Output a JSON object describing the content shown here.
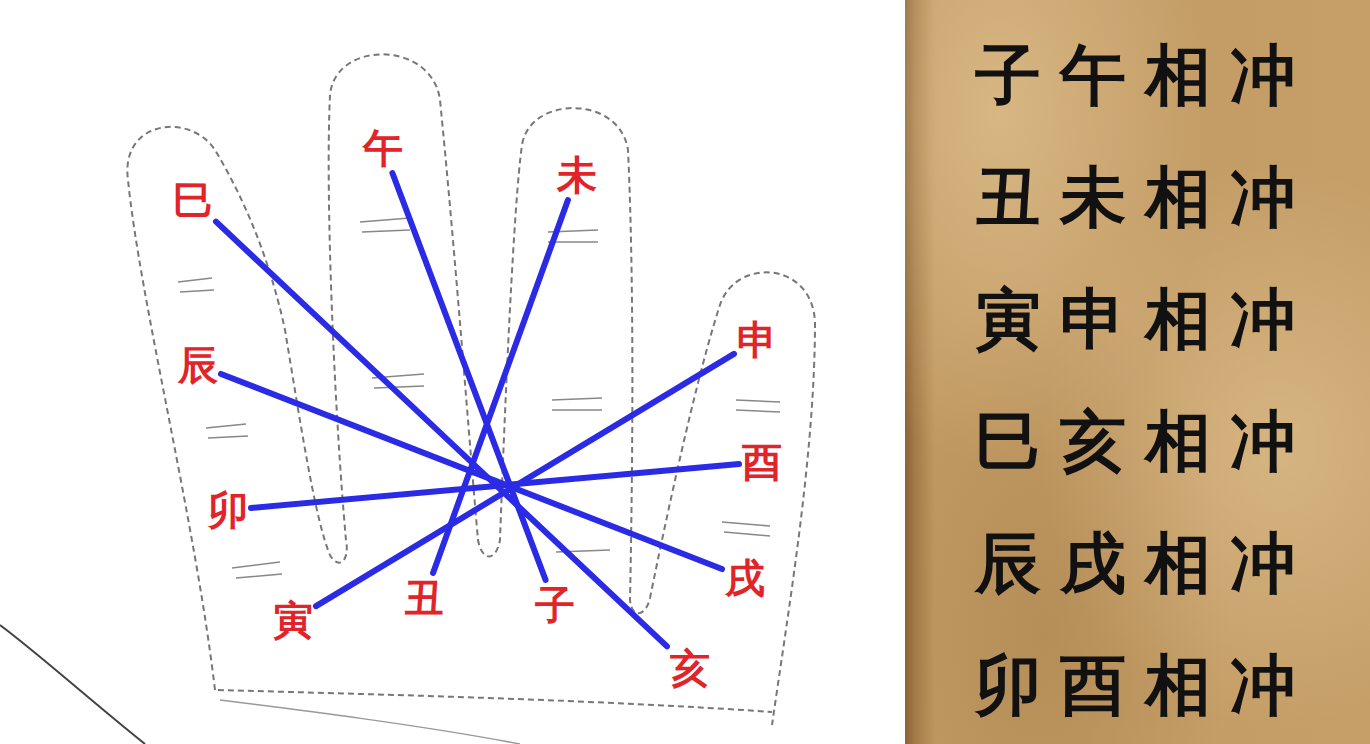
{
  "diagram": {
    "nodes": [
      {
        "text": [
          "巳"
        ]
      },
      {
        "text": [
          "午"
        ]
      },
      {
        "text": [
          "未"
        ]
      },
      {
        "text": [
          "辰"
        ]
      },
      {
        "text": [
          "申"
        ]
      },
      {
        "text": [
          "卯"
        ]
      },
      {
        "text": [
          "酉"
        ]
      },
      {
        "text": [
          "寅"
        ]
      },
      {
        "text": [
          "丑"
        ]
      },
      {
        "text": [
          "子"
        ]
      },
      {
        "text": [
          "戌"
        ]
      },
      {
        "text": [
          "亥"
        ]
      },
      {
        "text": [
          "子午相冲",
          "丑未相冲",
          "寅申相冲",
          "巳亥相冲",
          "辰戌相冲",
          "卯酉相冲"
        ]
      }
    ],
    "edges": [
      {
        "from": 9,
        "to": 1,
        "arrow": "none"
      },
      {
        "from": 8,
        "to": 2,
        "arrow": "none"
      },
      {
        "from": 7,
        "to": 4,
        "arrow": "none"
      },
      {
        "from": 0,
        "to": 11,
        "arrow": "none"
      },
      {
        "from": 3,
        "to": 10,
        "arrow": "none"
      },
      {
        "from": 5,
        "to": 6,
        "arrow": "none"
      }
    ]
  }
}
